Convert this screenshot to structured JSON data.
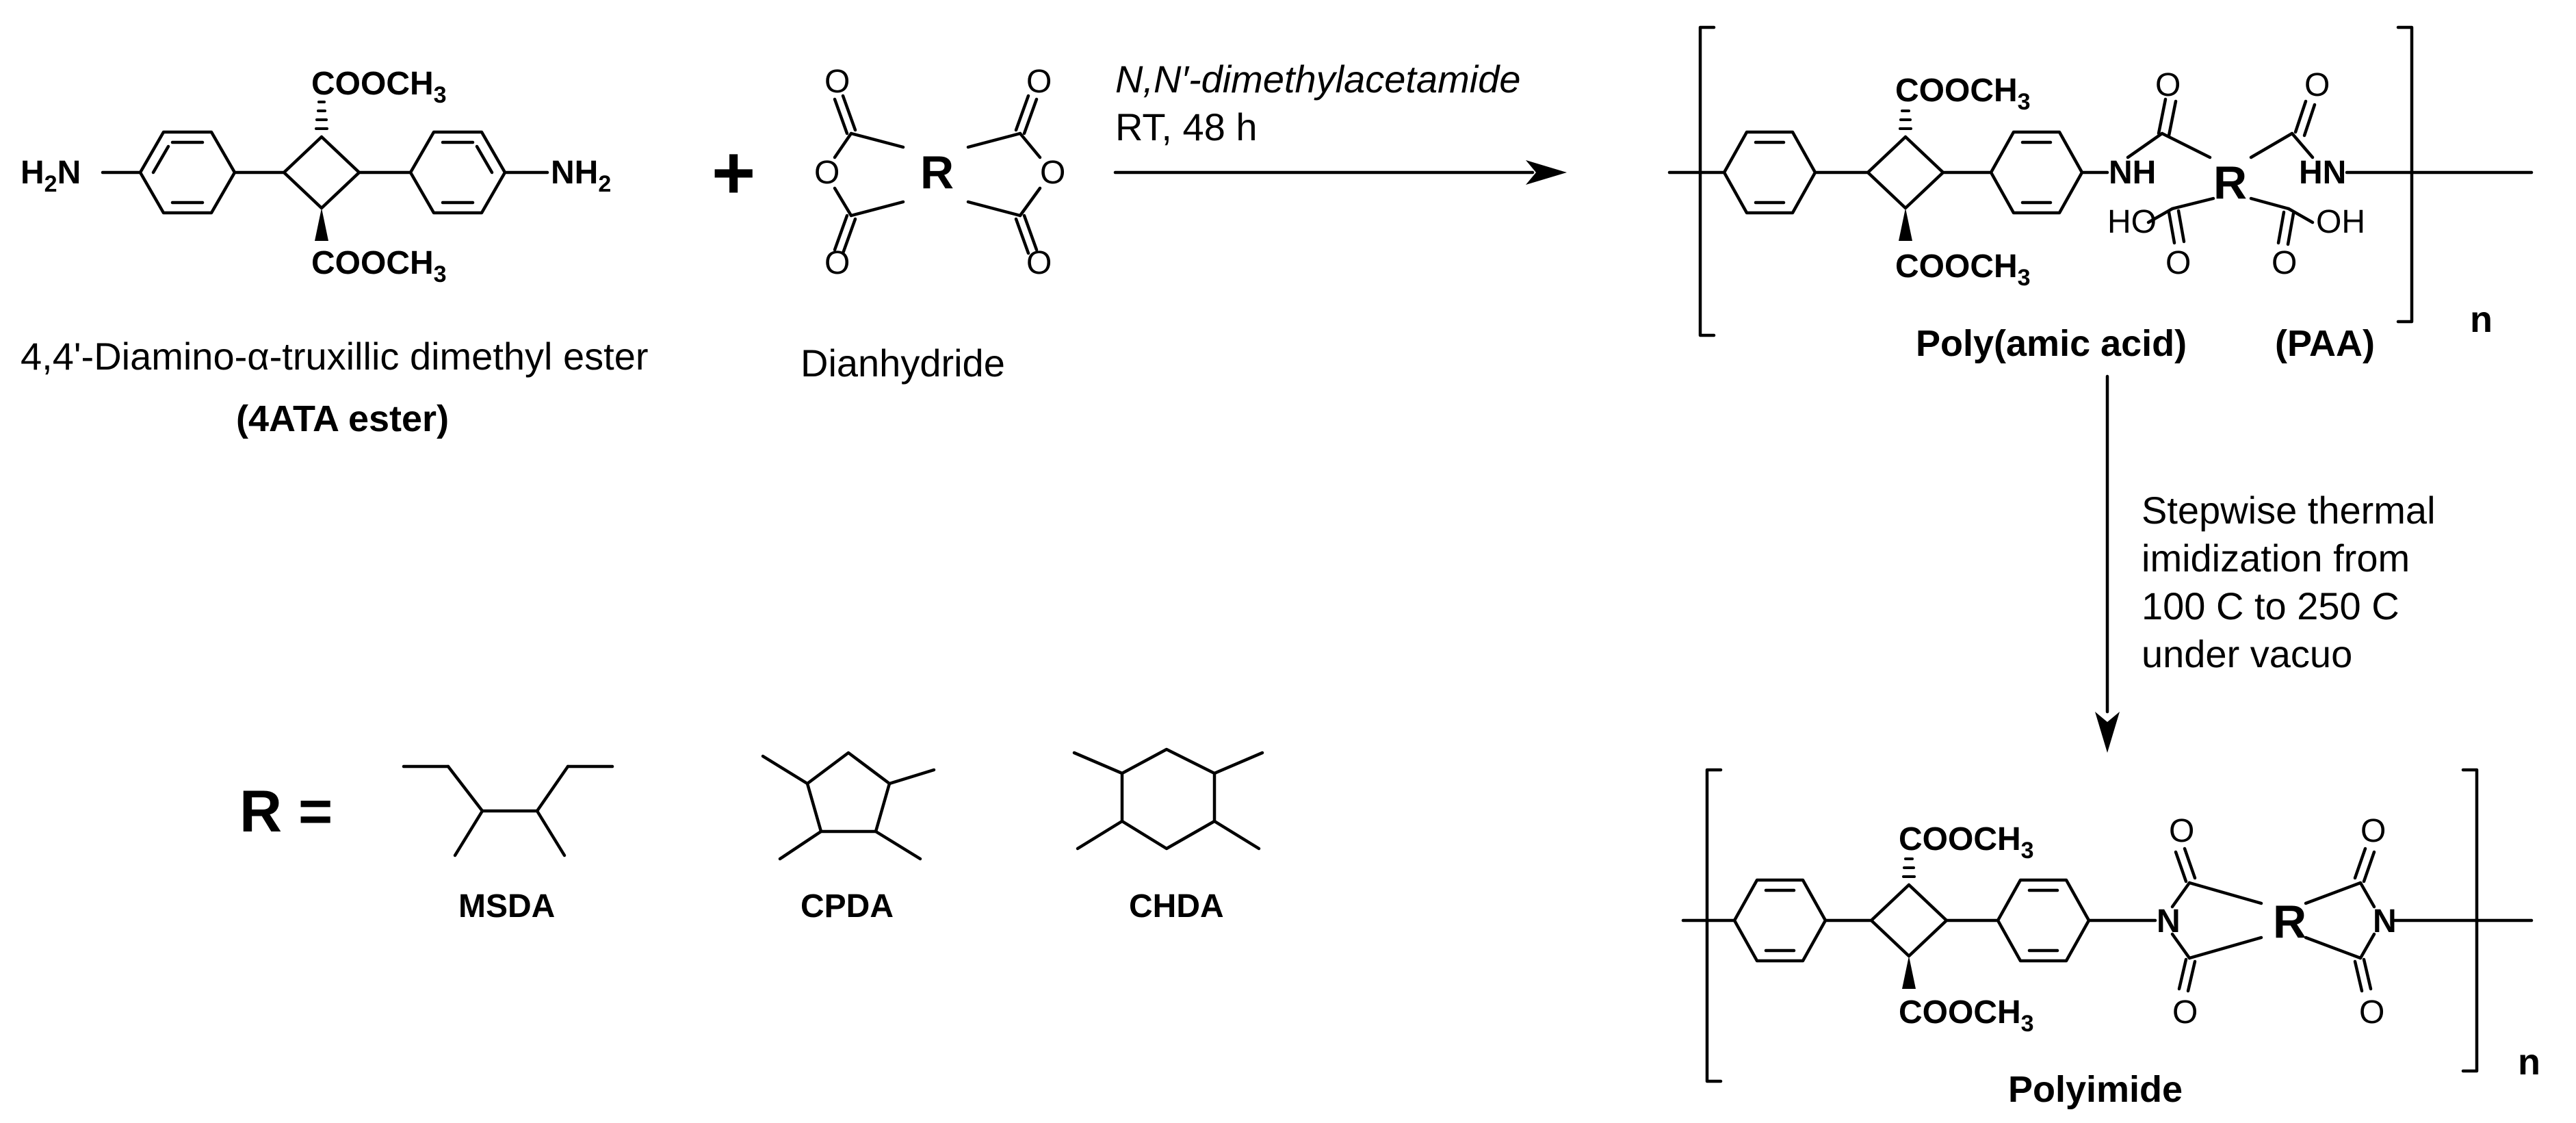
{
  "monomer1": {
    "name": "4,4'-Diamino-α-truxillic dimethyl ester",
    "abbr": "(4ATA ester)",
    "amine_left": "H",
    "amine_left_sub": "2",
    "amine_left_n": "N",
    "amine_right": "NH",
    "amine_right_sub": "2",
    "ester": "COOCH",
    "ester_sub": "3"
  },
  "plus_sign": "+",
  "monomer2": {
    "name": "Dianhydride",
    "r": "R",
    "o": "O"
  },
  "reaction1": {
    "solvent": "N,N′-dimethylacetamide",
    "conditions": "RT, 48 h"
  },
  "paa": {
    "name": "Poly(amic acid)",
    "abbr": "(PAA)",
    "nh": "NH",
    "hn": "HN",
    "ho": "HO",
    "oh": "OH",
    "n_label": "n"
  },
  "reaction2": {
    "line1": "Stepwise thermal",
    "line2": "imidization from",
    "line3": "100 C to 250 C",
    "line4": "under vacuo"
  },
  "polyimide": {
    "name": "Polyimide",
    "n_atom": "N",
    "n_label": "n"
  },
  "r_groups": {
    "prefix": "R =",
    "items": [
      "MSDA",
      "CPDA",
      "CHDA"
    ]
  }
}
